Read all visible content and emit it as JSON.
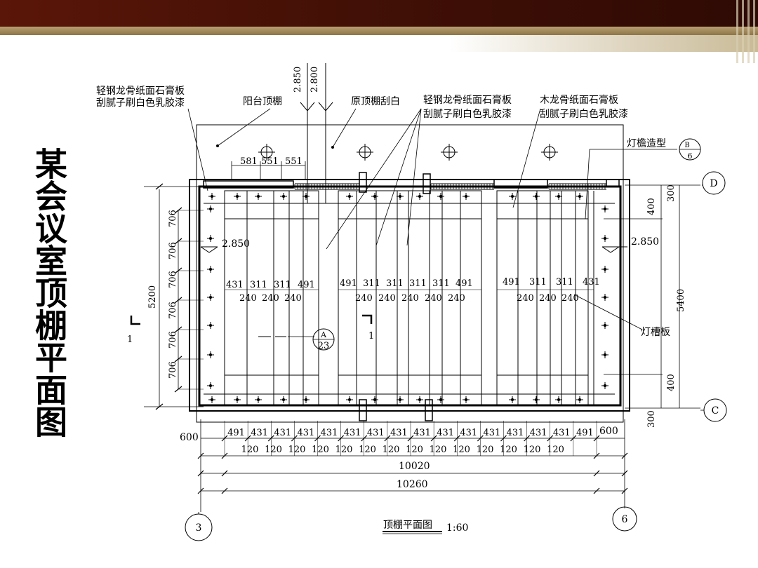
{
  "page_title": "某会议室顶棚平面图",
  "drawing_title": "顶棚平面图",
  "scale": "1:60",
  "labels": {
    "left_board_1": "轻钢龙骨纸面石膏板",
    "left_board_2": "刮腻子刷白色乳胶漆",
    "balcony": "阳台顶棚",
    "original": "原顶棚刮白",
    "mid_board_1": "轻钢龙骨纸面石膏板",
    "mid_board_2": "刮腻子刷白色乳胶漆",
    "wood_board_1": "木龙骨纸面石膏板",
    "wood_board_2": "刮腻子刷白色乳胶漆",
    "eave": "灯檐造型",
    "slot": "灯槽板"
  },
  "callouts": {
    "b6_top": "B",
    "b6_bottom": "6",
    "a23_top": "A",
    "a23_bottom": "23",
    "section_left": "1",
    "section_right": "1"
  },
  "axes": {
    "d": "D",
    "c": "C",
    "a3": "3",
    "a6": "6"
  },
  "elevations": {
    "top1": "2.850",
    "top2": "2.800",
    "left": "2.850",
    "right": "2.850"
  },
  "dims": {
    "top": [
      "581",
      "551",
      "551"
    ],
    "left_total": "5200",
    "left_rows": [
      "706",
      "706",
      "706",
      "706",
      "706",
      "706"
    ],
    "right_total": "5400",
    "right_top": "300",
    "right_400a": "400",
    "right_400b": "400",
    "right_bottom": "300",
    "bottom_row1": [
      "491",
      "431",
      "431",
      "431",
      "431",
      "431",
      "431",
      "431",
      "431",
      "431",
      "431",
      "431",
      "431",
      "431",
      "431",
      "491"
    ],
    "bottom_row2": [
      "120",
      "120",
      "120",
      "120",
      "120",
      "120",
      "120",
      "120",
      "120",
      "120",
      "120",
      "120",
      "120",
      "120"
    ],
    "bottom_left": "600",
    "bottom_right": "600",
    "total_inner": "10020",
    "total_outer": "10260",
    "left_panel_a": [
      "431",
      "311",
      "311",
      "491"
    ],
    "left_panel_b": [
      "240",
      "240",
      "240"
    ],
    "mid_panel_a": [
      "491",
      "311",
      "311",
      "311",
      "311",
      "491"
    ],
    "mid_panel_b": [
      "240",
      "240",
      "240",
      "240",
      "240"
    ],
    "right_panel_a": [
      "491",
      "311",
      "311",
      "431"
    ],
    "right_panel_b": [
      "240",
      "240",
      "240"
    ]
  }
}
